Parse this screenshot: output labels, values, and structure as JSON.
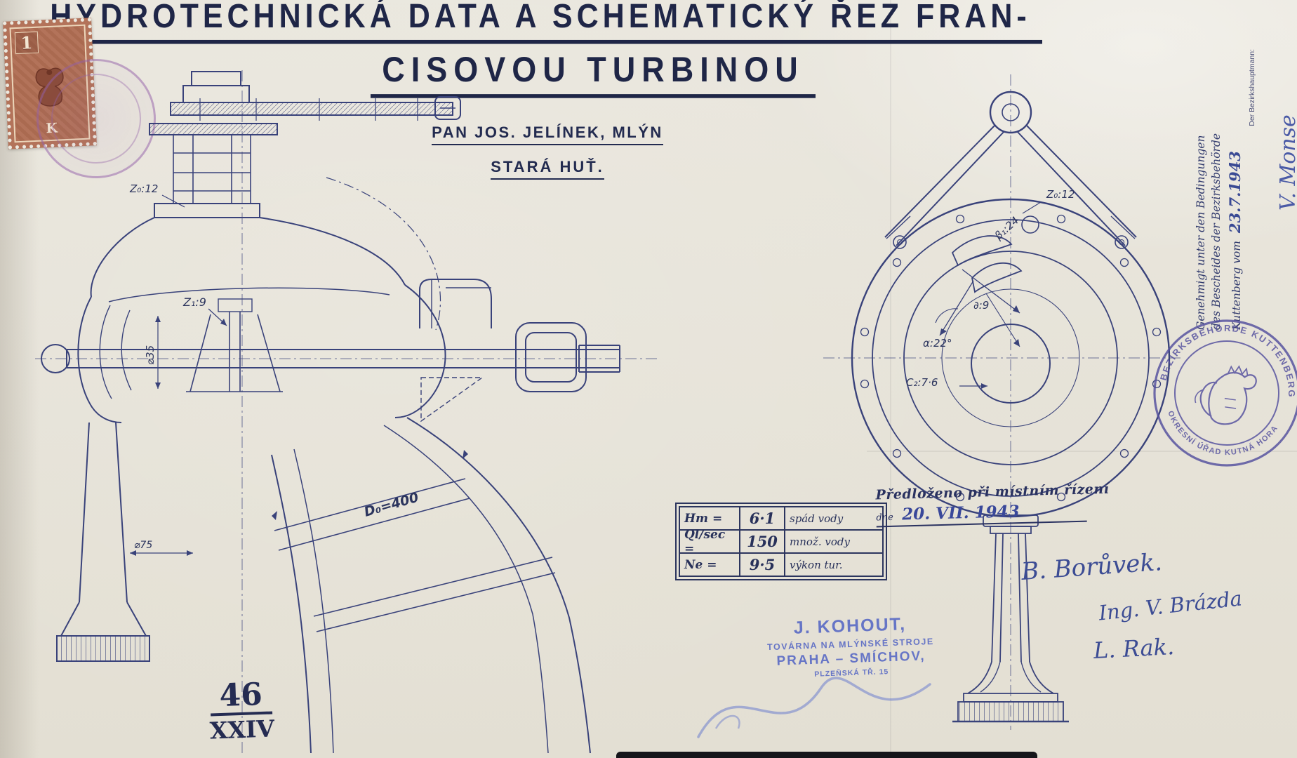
{
  "title": {
    "line1": "HYDROTECHNICKÁ DATA A SCHEMATICKÝ ŘEZ FRAN-",
    "line2": "CISOVOU TURBINOU"
  },
  "client": {
    "line1": "PAN JOS. JELÍNEK, MLÝN",
    "line2": "STARÁ HUŤ."
  },
  "drawing_number": {
    "numerator": "46",
    "denominator": "XXIV"
  },
  "data_table": {
    "rows": [
      {
        "param": "Hm =",
        "value": "6·1",
        "desc": "spád vody"
      },
      {
        "param": "Ql/sec =",
        "value": "150",
        "desc": "množ. vody"
      },
      {
        "param": "Ne =",
        "value": "9·5",
        "desc": "výkon tur."
      }
    ]
  },
  "section_view": {
    "labels": {
      "z0": "Z₀:12",
      "z1": "Z₁:9",
      "shaft_dia": "⌀35",
      "d0": "D₀=400",
      "dia75": "⌀75"
    }
  },
  "front_view": {
    "labels": {
      "z0": "Z₀:12",
      "beta": "β₁:24",
      "partial": "∂:9",
      "alpha": "α:22°",
      "c2": "C₂:7·6"
    }
  },
  "approval_note": {
    "line1": "Genehmigt unter den Bedingungen",
    "line2": "des Bescheides der Bezirksbehörde",
    "line3_prefix": "Kuttenberg vom",
    "date": "23.7.1943",
    "official": "Der Bezirkshauptmann:",
    "signature": "V. Monse"
  },
  "presentation_note": {
    "line1": "Předloženo při místním řízení",
    "prefix": "dne",
    "date": "20. VII. 1943"
  },
  "signatures": {
    "sig1": "B. Borůvek.",
    "sig2": "Ing. V. Brázda",
    "sig3": "L. Rak."
  },
  "maker_stamp": {
    "line1": "J. KOHOUT,",
    "line2": "TOVÁRNA NA MLÝNSKÉ STROJE",
    "line3": "PRAHA – SMÍCHOV,",
    "line4": "PLZEŇSKÁ TŘ. 15"
  },
  "round_stamp": {
    "arc_top": "· BEZIRKSBEHÖRDE KUTTENBERG ·",
    "arc_bottom": "OKRESNÍ ÚŘAD KUTNÁ HORA"
  },
  "postage_stamp": {
    "denomination": "1",
    "letter": "K"
  },
  "colors": {
    "paper": "#e9e6dd",
    "ink": "#2c355e",
    "drawing_blue": "#39427a",
    "hand_blue": "#3c4c94",
    "maker_stamp_blue": "#5465c4",
    "round_stamp_purple": "#534f9e",
    "violet_stamp": "#9460a8",
    "postage_red": "#b3735a"
  }
}
